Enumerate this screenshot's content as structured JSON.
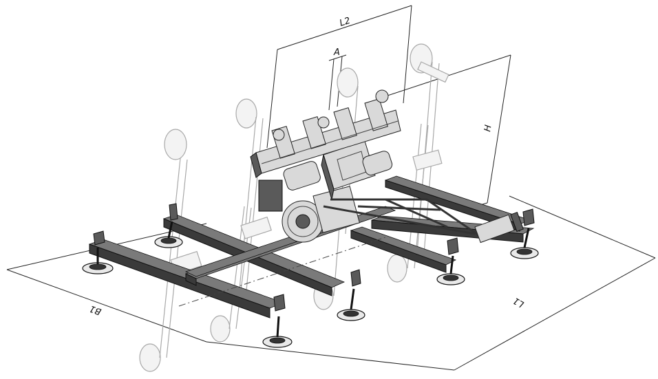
{
  "dimensions": {
    "L2": "L2",
    "A": "A",
    "H": "H",
    "B1": "B1",
    "L1": "L1"
  }
}
